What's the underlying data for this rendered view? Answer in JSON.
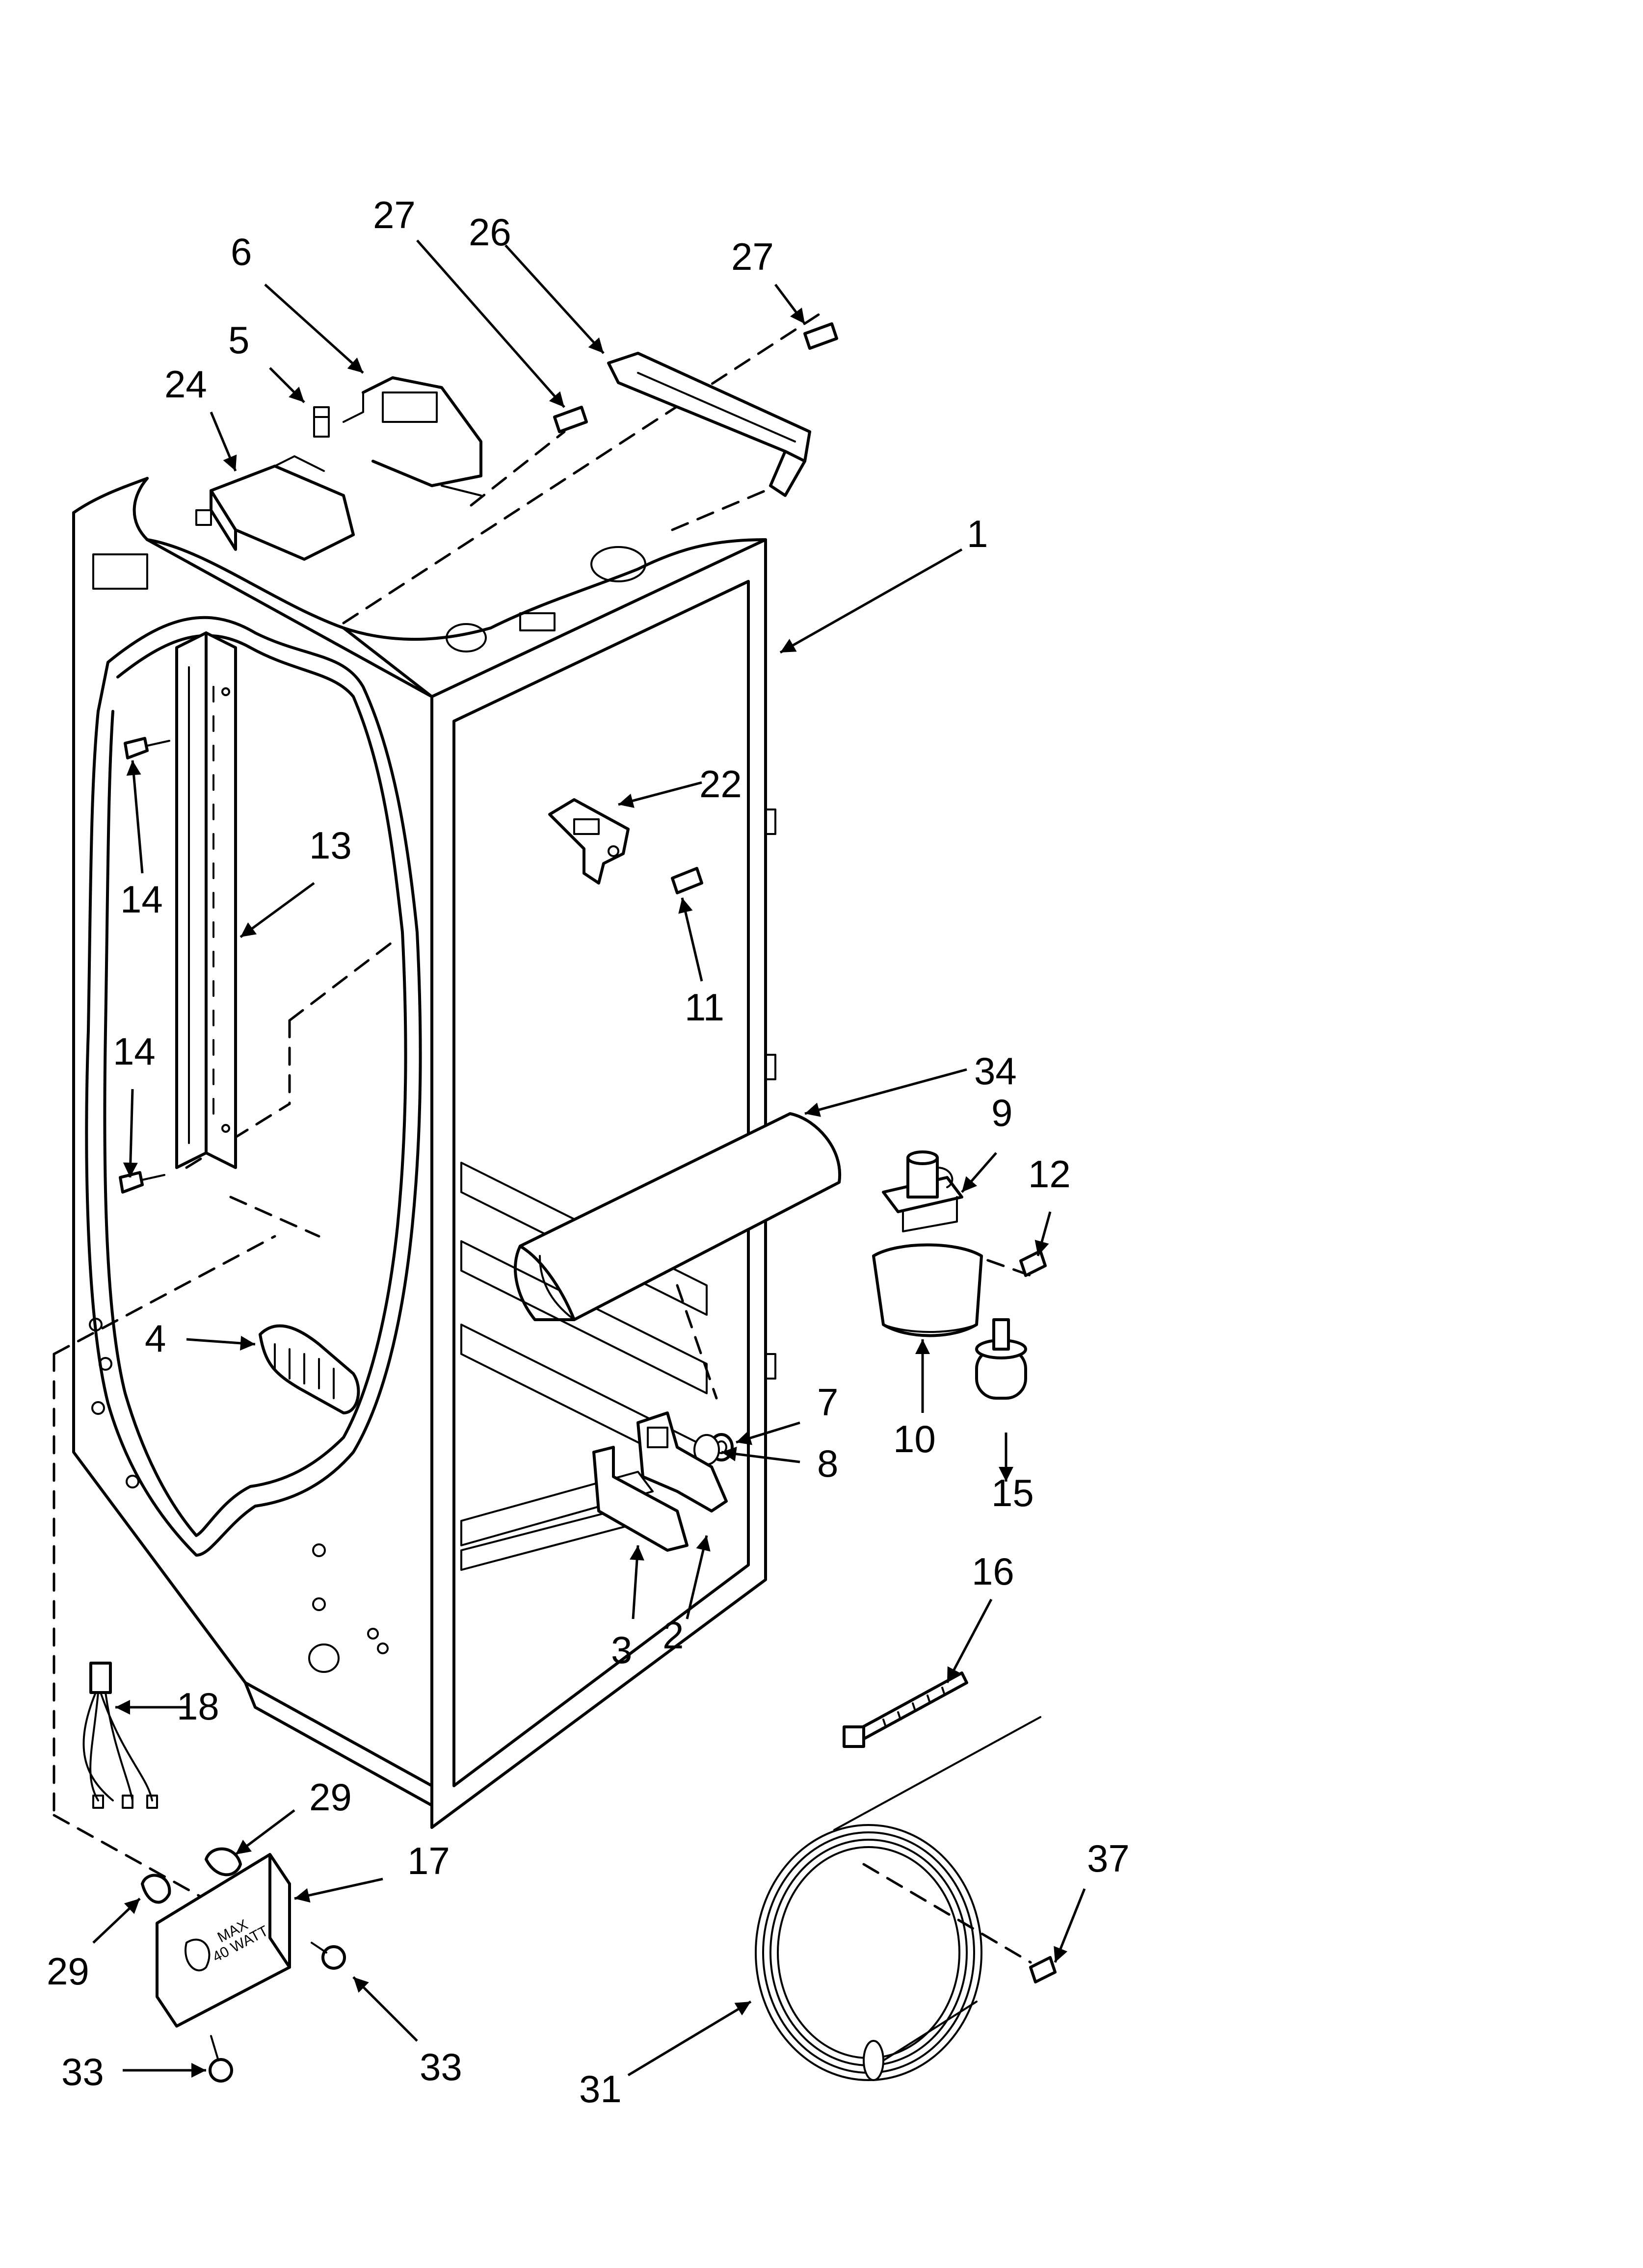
{
  "callouts": [
    {
      "id": "c1",
      "label": "1"
    },
    {
      "id": "c2",
      "label": "2"
    },
    {
      "id": "c3",
      "label": "3"
    },
    {
      "id": "c4",
      "label": "4"
    },
    {
      "id": "c5",
      "label": "5"
    },
    {
      "id": "c6",
      "label": "6"
    },
    {
      "id": "c7",
      "label": "7"
    },
    {
      "id": "c8",
      "label": "8"
    },
    {
      "id": "c9",
      "label": "9"
    },
    {
      "id": "c10",
      "label": "10"
    },
    {
      "id": "c11",
      "label": "11"
    },
    {
      "id": "c12",
      "label": "12"
    },
    {
      "id": "c13",
      "label": "13"
    },
    {
      "id": "c14a",
      "label": "14"
    },
    {
      "id": "c14b",
      "label": "14"
    },
    {
      "id": "c15",
      "label": "15"
    },
    {
      "id": "c16",
      "label": "16"
    },
    {
      "id": "c17",
      "label": "17"
    },
    {
      "id": "c18",
      "label": "18"
    },
    {
      "id": "c22",
      "label": "22"
    },
    {
      "id": "c24",
      "label": "24"
    },
    {
      "id": "c26",
      "label": "26"
    },
    {
      "id": "c27a",
      "label": "27"
    },
    {
      "id": "c27b",
      "label": "27"
    },
    {
      "id": "c29a",
      "label": "29"
    },
    {
      "id": "c29b",
      "label": "29"
    },
    {
      "id": "c31",
      "label": "31"
    },
    {
      "id": "c33a",
      "label": "33"
    },
    {
      "id": "c33b",
      "label": "33"
    },
    {
      "id": "c34",
      "label": "34"
    },
    {
      "id": "c37",
      "label": "37"
    }
  ],
  "lamp_socket_marking": {
    "line1": "MAX",
    "line2": "40 WATT"
  }
}
